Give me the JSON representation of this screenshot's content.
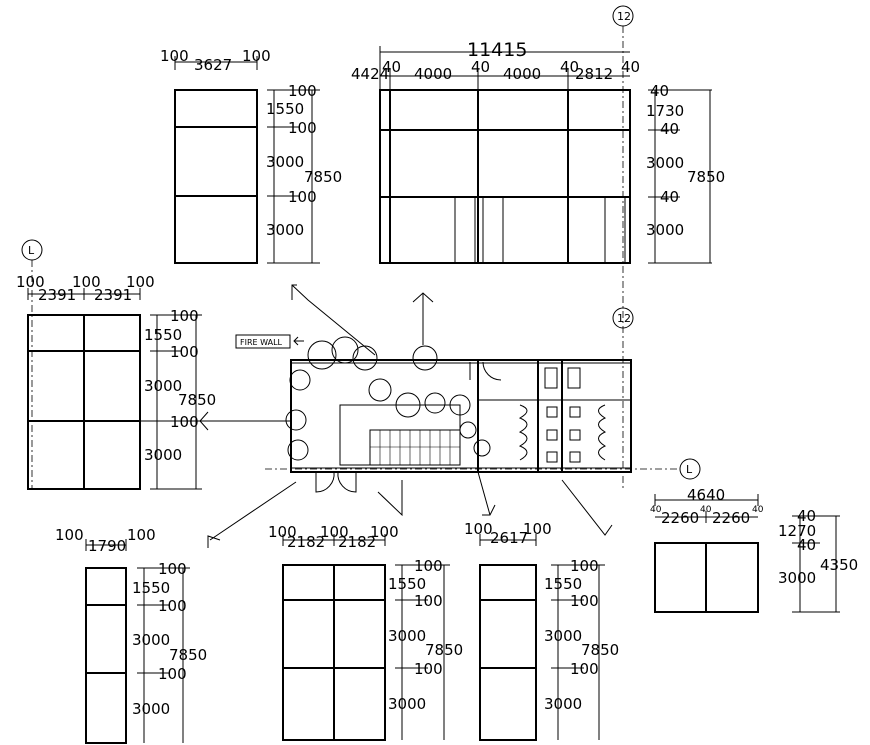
{
  "grid_markers": {
    "twelve": "12",
    "L": "L"
  },
  "fire_wall_label": "FIRE WALL",
  "panels": {
    "p1": {
      "top": [
        "100",
        "3627",
        "100"
      ],
      "side": [
        "100",
        "1550",
        "100",
        "3000",
        "100",
        "3000"
      ],
      "total": "7850"
    },
    "p2": {
      "overall": "11415",
      "top": [
        "4424",
        "40",
        "4000",
        "40",
        "4000",
        "40",
        "2812",
        "40"
      ],
      "side": [
        "40",
        "1730",
        "40",
        "3000",
        "40",
        "3000"
      ],
      "total": "7850"
    },
    "p3": {
      "top": [
        "100",
        "100",
        "100"
      ],
      "top2": [
        "2391",
        "2391"
      ],
      "side": [
        "100",
        "1550",
        "100",
        "3000",
        "100",
        "3000"
      ],
      "total": "7850"
    },
    "p4": {
      "top": [
        "100",
        "1790",
        "100"
      ],
      "side": [
        "100",
        "1550",
        "100",
        "3000",
        "100",
        "3000"
      ],
      "total": "7850"
    },
    "p5": {
      "top": [
        "100",
        "100",
        "100"
      ],
      "top2": [
        "2182",
        "2182"
      ],
      "side": [
        "100",
        "1550",
        "100",
        "3000",
        "100",
        "3000"
      ],
      "total": "7850"
    },
    "p6": {
      "top": [
        "100",
        "2617",
        "100"
      ],
      "side": [
        "100",
        "1550",
        "100",
        "3000",
        "100",
        "3000"
      ],
      "total": "7850"
    },
    "p7": {
      "overall": "4640",
      "top": [
        "40",
        "2260",
        "40",
        "2260",
        "40"
      ],
      "side": [
        "40",
        "1270",
        "40",
        "3000"
      ],
      "total": "4350"
    }
  }
}
